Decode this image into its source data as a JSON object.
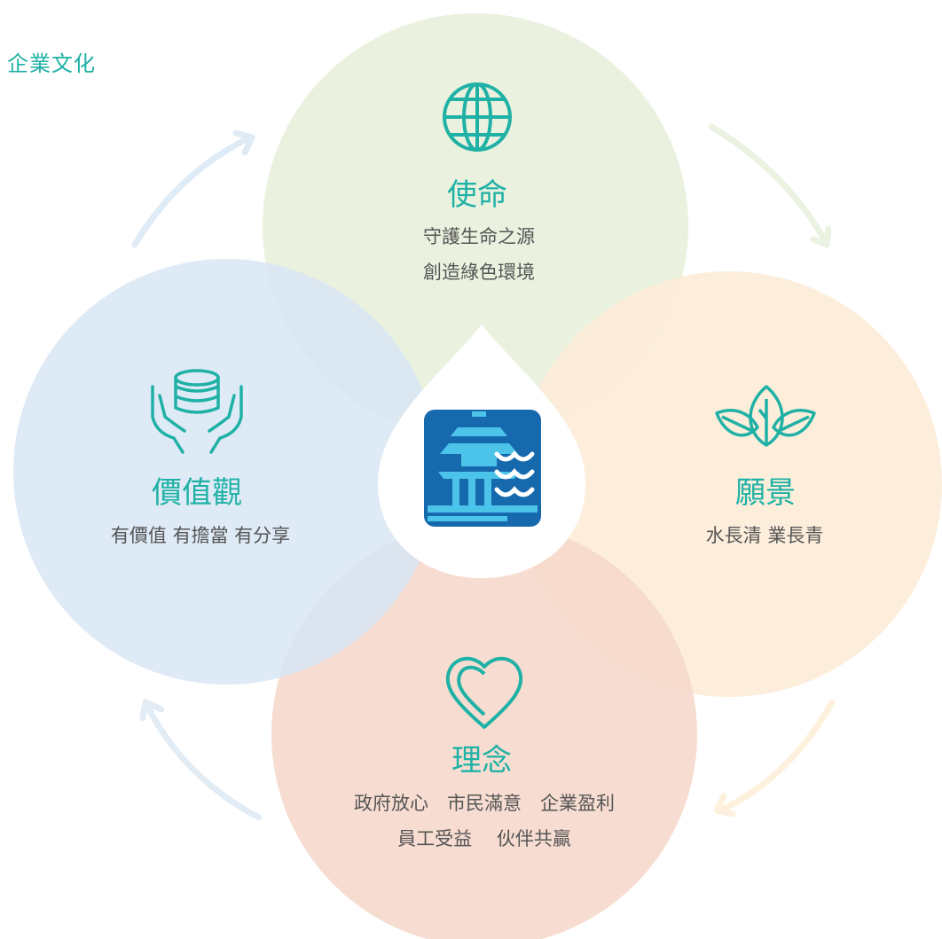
{
  "page_title": "企業文化",
  "colors": {
    "accent": "#1fb1a5",
    "mission_circle": "#eaf2de",
    "vision_circle": "#fdeedd",
    "philosophy_circle": "#f7ddd3",
    "values_circle": "#dde9f6",
    "logo_blue": "#1669ad",
    "logo_cyan": "#4cc4ea"
  },
  "center": {
    "logo_icon": "water-pavilion-logo-icon",
    "drop_icon": "water-drop-icon"
  },
  "mission": {
    "icon": "globe-icon",
    "title": "使命",
    "lines": [
      "守護生命之源",
      "創造綠色環境"
    ]
  },
  "vision": {
    "icon": "leaves-icon",
    "title": "願景",
    "lines": [
      "水長清 業長青"
    ]
  },
  "philosophy": {
    "icon": "heart-icon",
    "title": "理念",
    "lines": [
      "政府放心　市民滿意　企業盈利",
      "員工受益　 伙伴共贏"
    ]
  },
  "values": {
    "icon": "coins-in-hands-icon",
    "title": "價值觀",
    "lines": [
      "有價值  有擔當 有分享"
    ]
  }
}
